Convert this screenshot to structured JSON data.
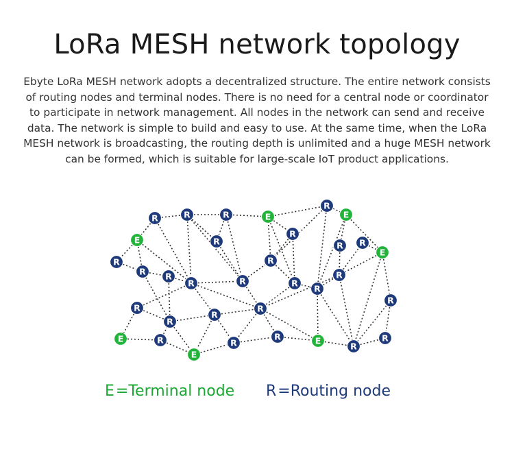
{
  "header": {
    "title": "LoRa MESH network topology",
    "description": "Ebyte LoRa MESH network adopts a decentralized structure. The entire network consists of routing nodes and terminal nodes. There is no need for a central node or coordinator to participate in network management. All nodes in the network can send and receive data. The network is simple to build and easy to use. At the same time, when the LoRa MESH network is broadcasting, the routing depth is unlimited and a huge MESH network can be formed, which is suitable for large-scale IoT product applications."
  },
  "diagram": {
    "colors": {
      "routing_fill": "#1f3a7a",
      "terminal_fill": "#22b33a",
      "link": "#333333",
      "node_text": "#ffffff"
    },
    "node_labels": {
      "routing": "R",
      "terminal": "E"
    }
  },
  "legend": {
    "terminal_letter": "E",
    "terminal_text": "=Terminal node",
    "routing_letter": "R",
    "routing_text": "=Routing node"
  }
}
